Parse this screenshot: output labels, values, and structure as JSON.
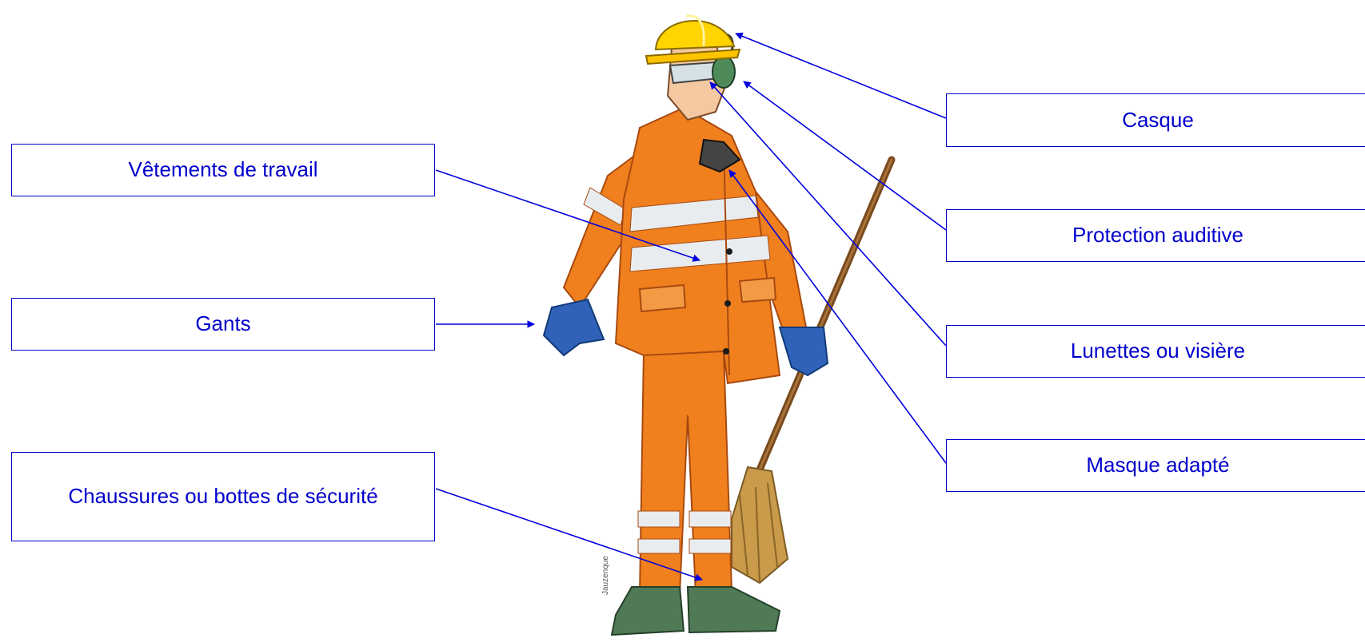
{
  "labels": {
    "vetements": "Vêtements de travail",
    "gants": "Gants",
    "chaussures": "Chaussures ou bottes de sécurité",
    "casque": "Casque",
    "protection": "Protection auditive",
    "lunettes": "Lunettes ou visière",
    "masque": "Masque adapté"
  },
  "signature": "Jauzenque",
  "colors": {
    "arrow": "#0000dd",
    "label_text": "#0000cc",
    "suit": "#f07f1e",
    "helmet": "#ffd400",
    "gloves": "#2f62b8",
    "boots": "#4f7a55",
    "reflective": "#e9ecef"
  }
}
